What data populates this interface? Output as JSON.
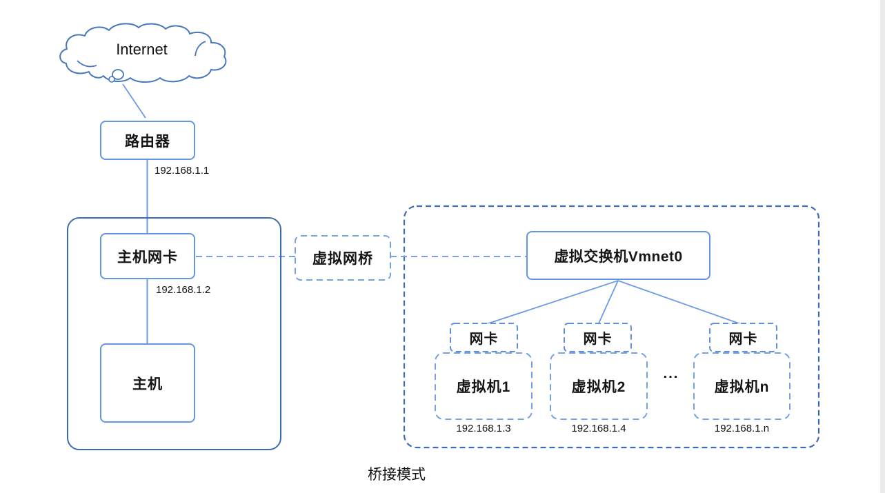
{
  "caption": "桥接模式",
  "internet": {
    "label": "Internet"
  },
  "router": {
    "label": "路由器",
    "ip": "192.168.1.1"
  },
  "host_nic": {
    "label": "主机网卡",
    "ip": "192.168.1.2"
  },
  "host": {
    "label": "主机"
  },
  "bridge": {
    "label": "虚拟网桥"
  },
  "vswitch": {
    "label": "虚拟交换机Vmnet0"
  },
  "vms": [
    {
      "nic": "网卡",
      "label": "虚拟机1",
      "ip": "192.168.1.3"
    },
    {
      "nic": "网卡",
      "label": "虚拟机2",
      "ip": "192.168.1.4"
    },
    {
      "nic": "网卡",
      "label": "虚拟机n",
      "ip": "192.168.1.n"
    }
  ],
  "ellipsis": "...",
  "colors": {
    "dark_blue_outline": "#3d6bb3",
    "solid_box_border": "#6496e3",
    "light_dashed_blue": "#76a0e8",
    "nic_dashed_blue": "#5f8eda",
    "connector_blue": "#6d9ae6",
    "cloud_outline": "#4676bd",
    "text": "#151515",
    "scrollbar_track": "#ebebeb"
  }
}
